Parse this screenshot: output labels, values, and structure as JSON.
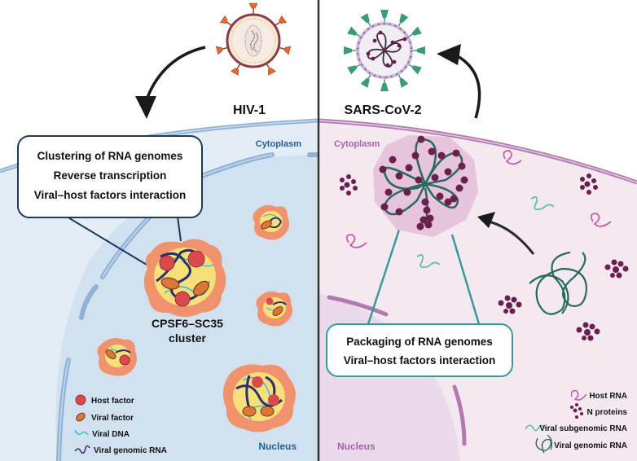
{
  "colors": {
    "hiv_cell_bg": "#e3edf6",
    "hiv_nucleus_bg": "#d2e1ef",
    "hiv_membrane": "#8fb2d6",
    "hiv_label": "#1f5f9a",
    "sars_cell_bg": "#f5e9f1",
    "sars_nucleus_bg": "#ebdbea",
    "sars_membrane": "#b27aae",
    "sars_label": "#a663a8",
    "host_factor": "#d94a4f",
    "viral_factor": "#d9783a",
    "viral_dna": "#3fb8d0",
    "viral_genomic_rna_hiv": "#2b2f6b",
    "cluster_outer": "#f0926c",
    "cluster_inner": "#f7e07a",
    "n_protein": "#6b1f4f",
    "host_rna": "#c85aa6",
    "viral_subgenomic_rna": "#5cc0a2",
    "viral_genomic_rna_sars": "#266a5c",
    "condensate": "#e6c4db",
    "teal_box": "#3a9a9a",
    "divider": "#333333"
  },
  "left_panel": {
    "virus_label": "HIV-1",
    "cytoplasm_label": "Cytoplasm",
    "nucleus_label": "Nucleus",
    "info_box": {
      "lines": [
        "Clustering of RNA genomes",
        "Reverse transcription",
        "Viral–host factors interaction"
      ]
    },
    "cluster_label": [
      "CPSF6–SC35",
      "cluster"
    ],
    "legend": [
      {
        "icon": "host-factor-icon",
        "label": "Host factor"
      },
      {
        "icon": "viral-factor-icon",
        "label": "Viral factor"
      },
      {
        "icon": "viral-dna-icon",
        "label": "Viral DNA"
      },
      {
        "icon": "viral-genomic-rna-icon",
        "label": "Viral genomic RNA"
      }
    ]
  },
  "right_panel": {
    "virus_label": "SARS-CoV-2",
    "cytoplasm_label": "Cytoplasm",
    "nucleus_label": "Nucleus",
    "info_box": {
      "lines": [
        "Packaging of RNA genomes",
        "Viral–host factors interaction"
      ]
    },
    "legend": [
      {
        "icon": "host-rna-icon",
        "label": "Host RNA"
      },
      {
        "icon": "n-proteins-icon",
        "label": "N proteins"
      },
      {
        "icon": "viral-subgenomic-rna-icon",
        "label": "Viral subgenomic RNA"
      },
      {
        "icon": "viral-genomic-rna-icon",
        "label": "Viral genomic RNA"
      }
    ]
  }
}
